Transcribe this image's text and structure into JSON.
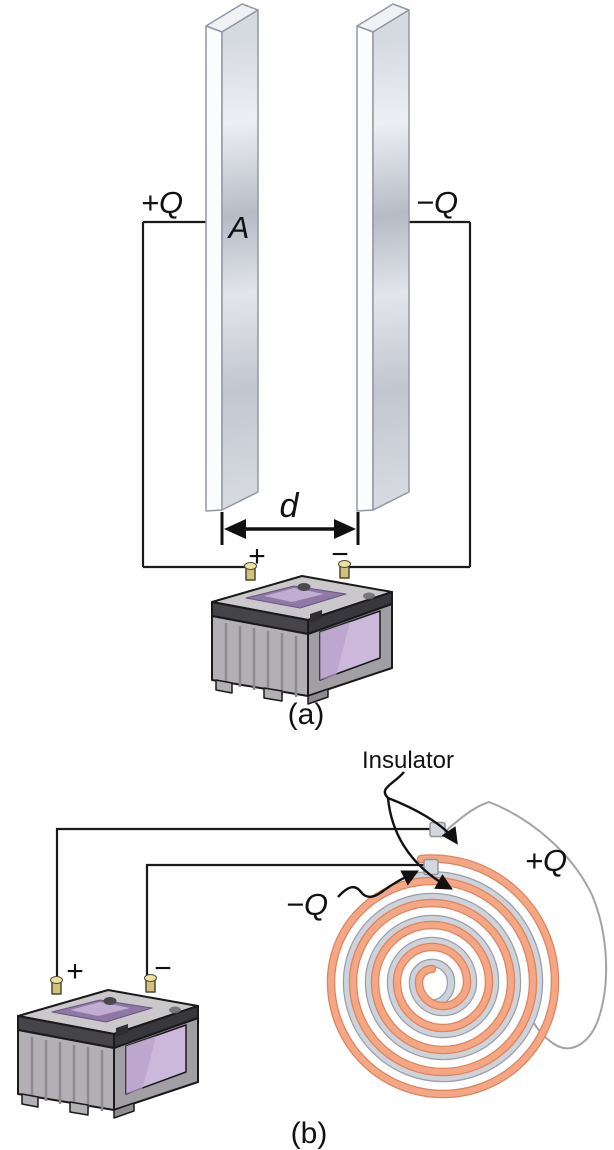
{
  "figure": {
    "part_a": {
      "caption": "(a)",
      "left_charge_label": "+Q",
      "right_charge_label": "−Q",
      "plate_area_label": "A",
      "separation_label": "d",
      "battery_positive": "+",
      "battery_negative": "−"
    },
    "part_b": {
      "caption": "(b)",
      "insulator_label": "Insulator",
      "positive_plate_label": "+Q",
      "negative_plate_label": "−Q",
      "battery_positive": "+",
      "battery_negative": "−"
    },
    "colors": {
      "conductor_orange": "#f4a685",
      "conductor_orange_edge": "#db855c",
      "insulator_gray": "#dfe2e8",
      "insulator_gray_edge": "#999fab",
      "wire_black": "#1a1a1a",
      "battery_window_purple": "#cbb8da"
    }
  }
}
